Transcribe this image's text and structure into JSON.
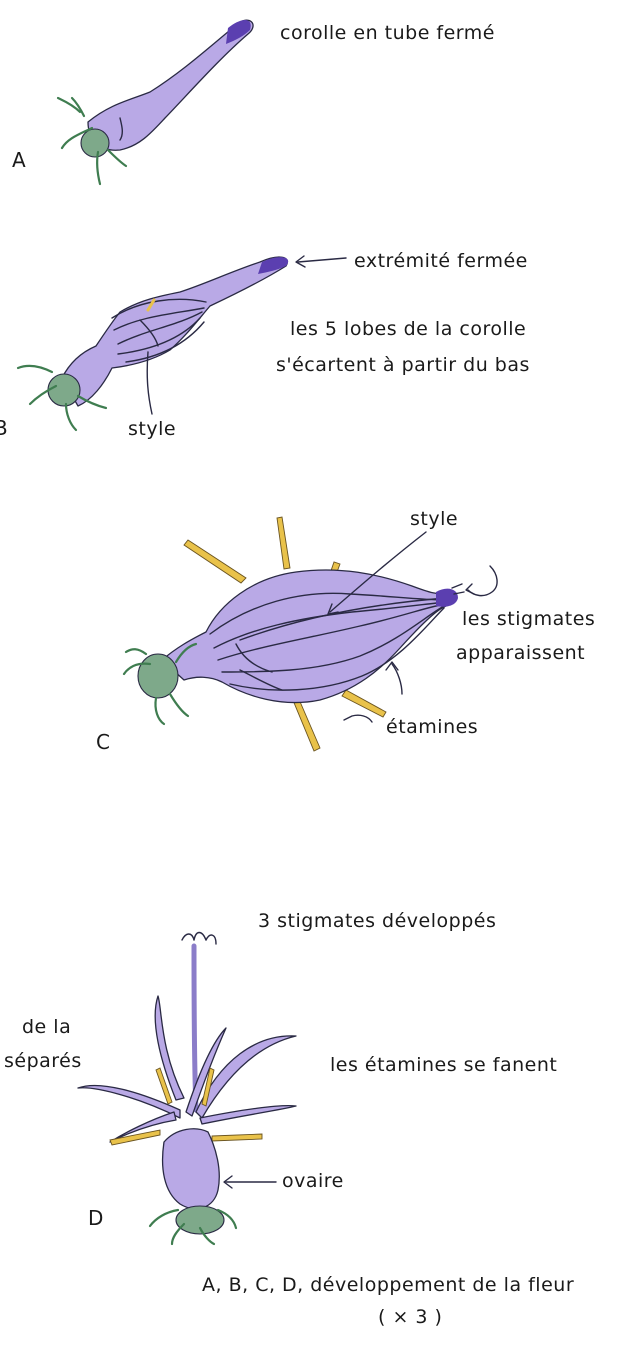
{
  "labels": {
    "a_caption": "corolle en tube fermé",
    "b_tip": "extrémité fermée",
    "b_lobes_line1": "les 5 lobes de la corolle",
    "b_lobes_line2": "s'écartent à partir du bas",
    "b_style": "style",
    "c_style": "style",
    "c_stigmas_line1": "les stigmates",
    "c_stigmas_line2": "apparaissent",
    "c_stamens": "étamines",
    "d_stigmas": "3 stigmates développés",
    "d_left_line1": "de la",
    "d_left_line2": "séparés",
    "d_stamens_fade": "les étamines se fanent",
    "d_ovary": "ovaire",
    "caption_line1": "A, B, C, D, développement de la fleur",
    "caption_line2": "( × 3 )"
  },
  "stage_letters": [
    "A",
    "B",
    "C",
    "D"
  ],
  "colors": {
    "corolla": "#b9a9e6",
    "corolla_tip": "#5b3fb0",
    "sepal": "#3f7d50",
    "ovary_green": "#7ea98a",
    "stamen": "#e9c24a",
    "ink": "#2a2a44"
  }
}
